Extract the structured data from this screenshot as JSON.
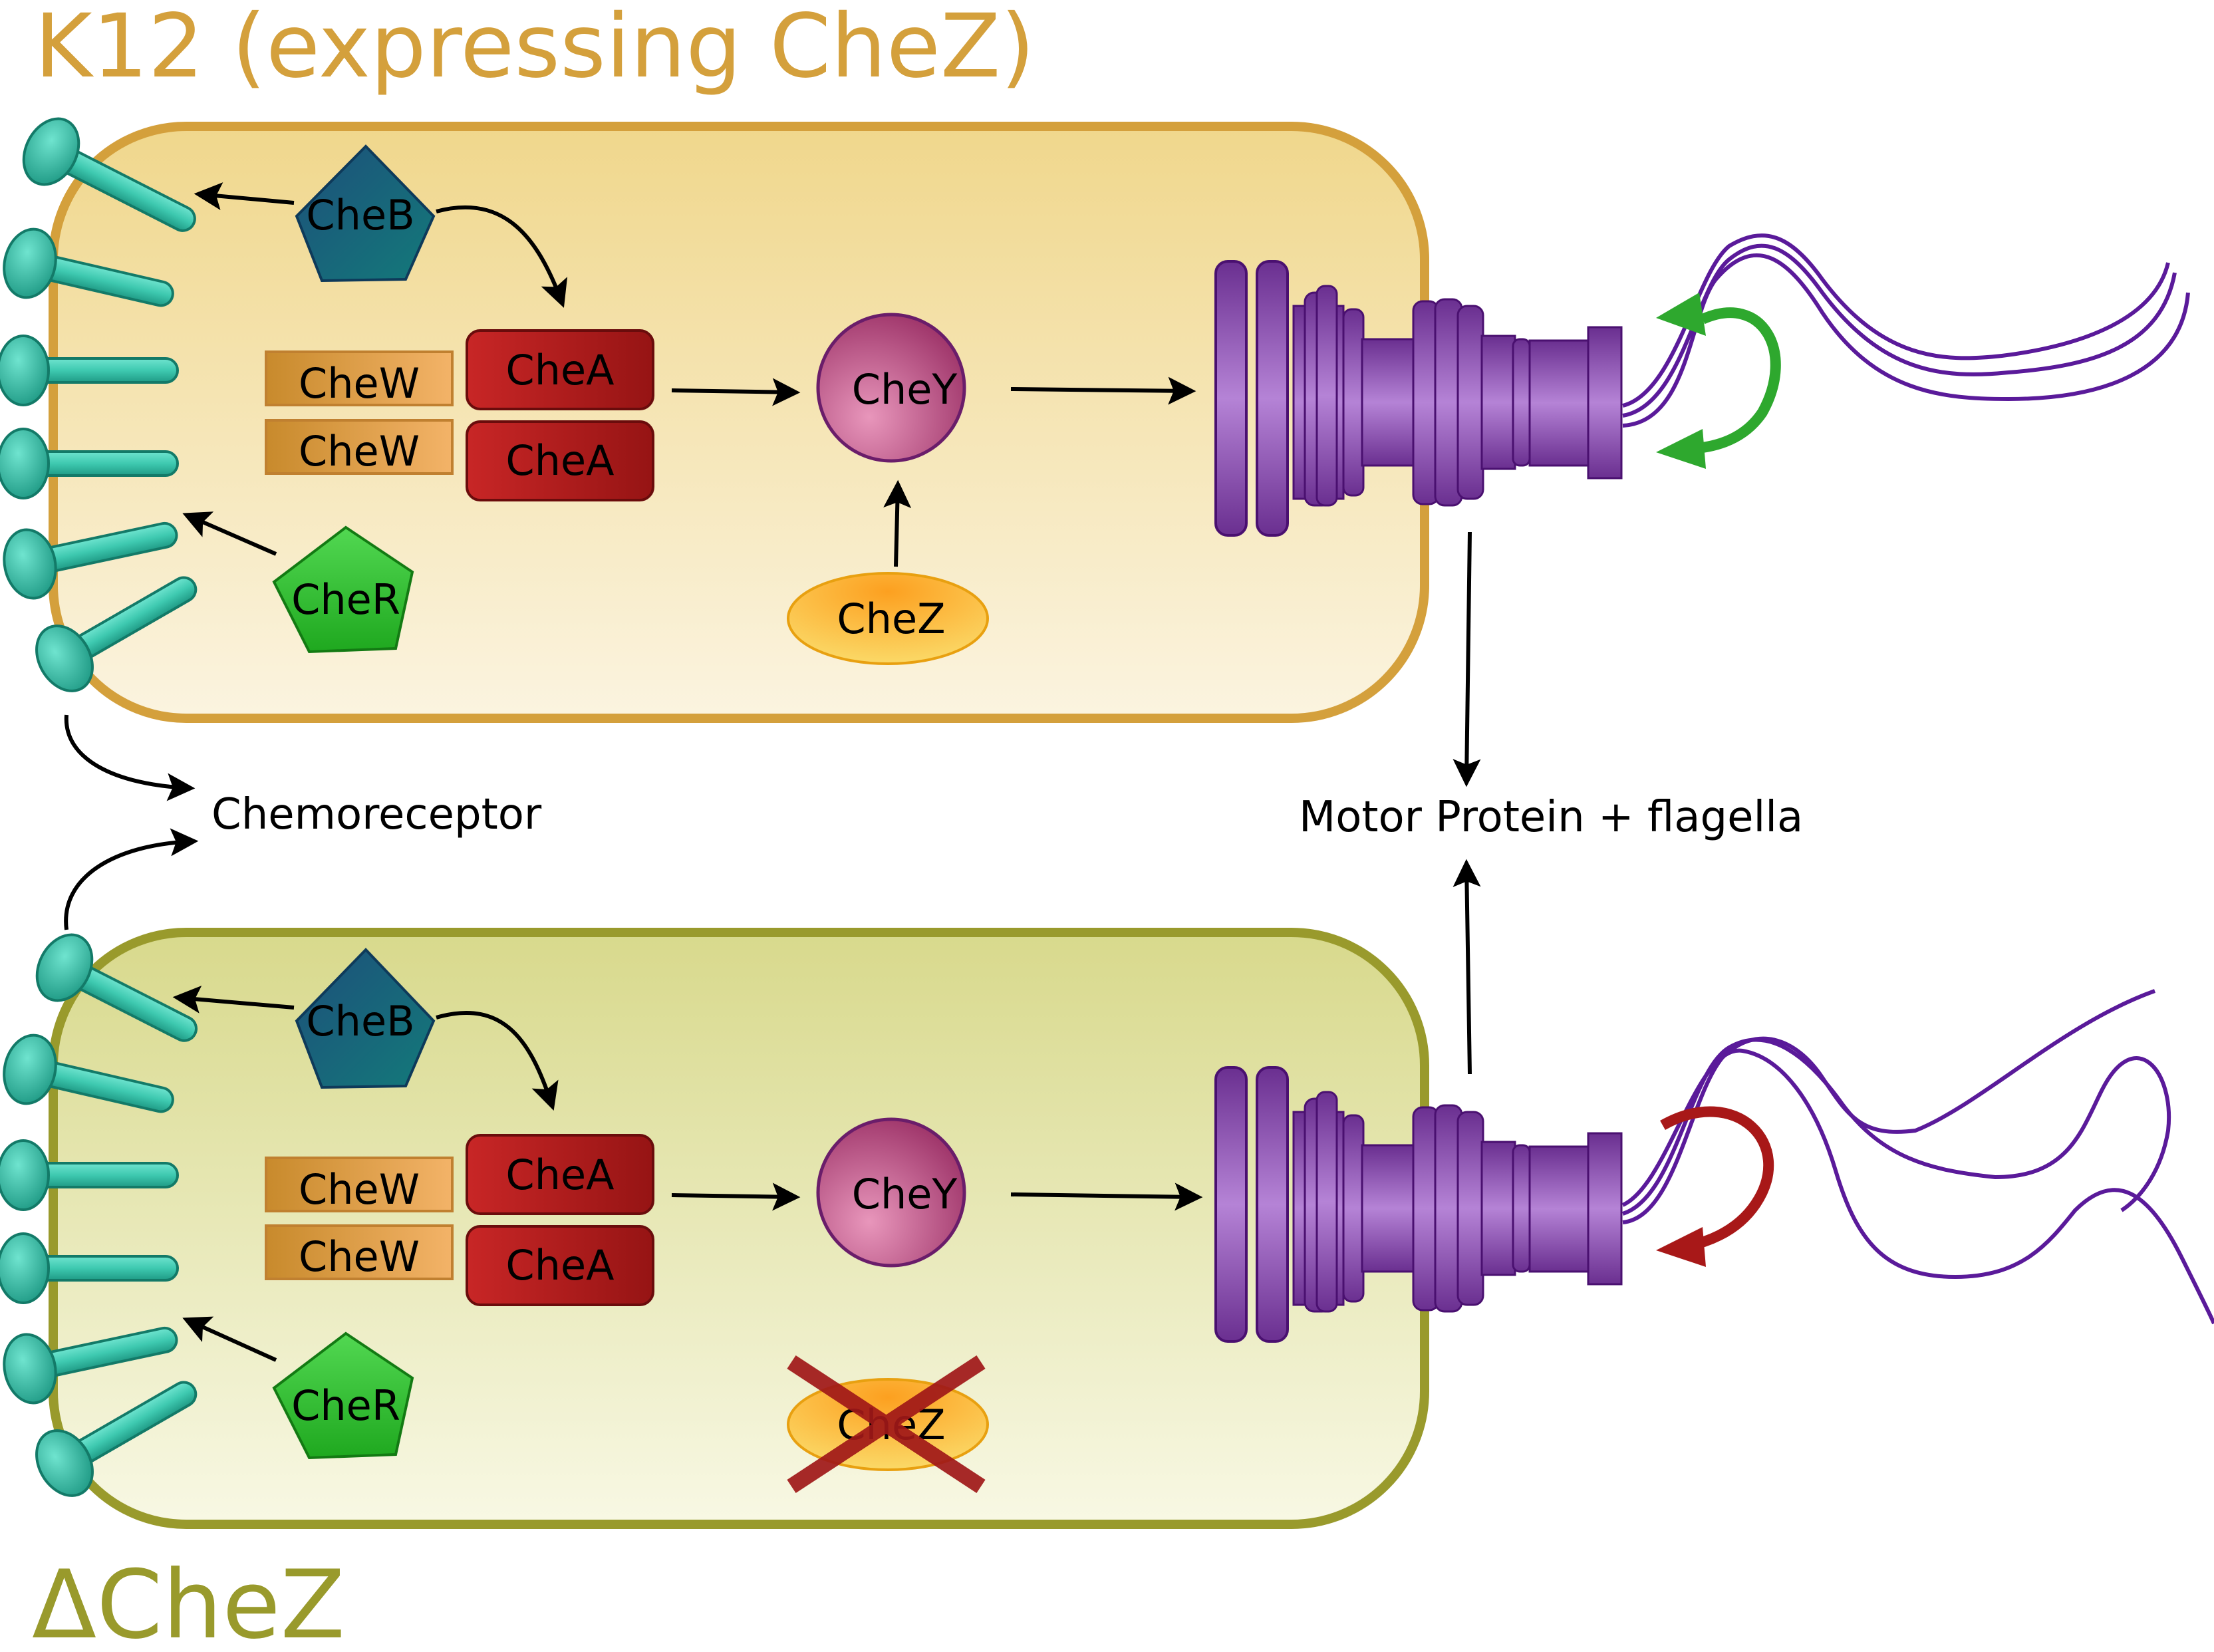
{
  "titles": {
    "top": "K12 (expressing CheZ)",
    "bottom": "ΔCheZ",
    "top_color": "#d4a03c",
    "bottom_color": "#999a2c"
  },
  "labels": {
    "chemoreceptor": "Chemoreceptor",
    "motor": "Motor Protein + flagella"
  },
  "top_cell": {
    "cheb": "CheB",
    "chew_1": "CheW",
    "chew_2": "CheW",
    "chea_1": "CheA",
    "chea_2": "CheA",
    "cher": "CheR",
    "chey": "CheY",
    "chez": "CheZ",
    "rotation": "counter-clockwise"
  },
  "bottom_cell": {
    "cheb": "CheB",
    "chew_1": "CheW",
    "chew_2": "CheW",
    "chea_1": "CheA",
    "chea_2": "CheA",
    "cher": "CheR",
    "chey": "CheY",
    "chez": "CheZ",
    "chez_knocked_out": true,
    "rotation": "clockwise"
  },
  "colors": {
    "top_membrane": "#d4a03c",
    "bottom_membrane": "#999a2c",
    "receptor": "#3ec9b0",
    "cheb": "#1f6f8b",
    "cher": "#3cc13c",
    "chew": "#e0a040",
    "chea": "#b52020",
    "chey": "#c0608a",
    "chez": "#f8c020",
    "motor": "#8a3aa8",
    "flagella": "#5a1a9a",
    "ccw_arrow": "#2ea82e",
    "cw_arrow": "#a81818",
    "cross": "#a01818"
  }
}
